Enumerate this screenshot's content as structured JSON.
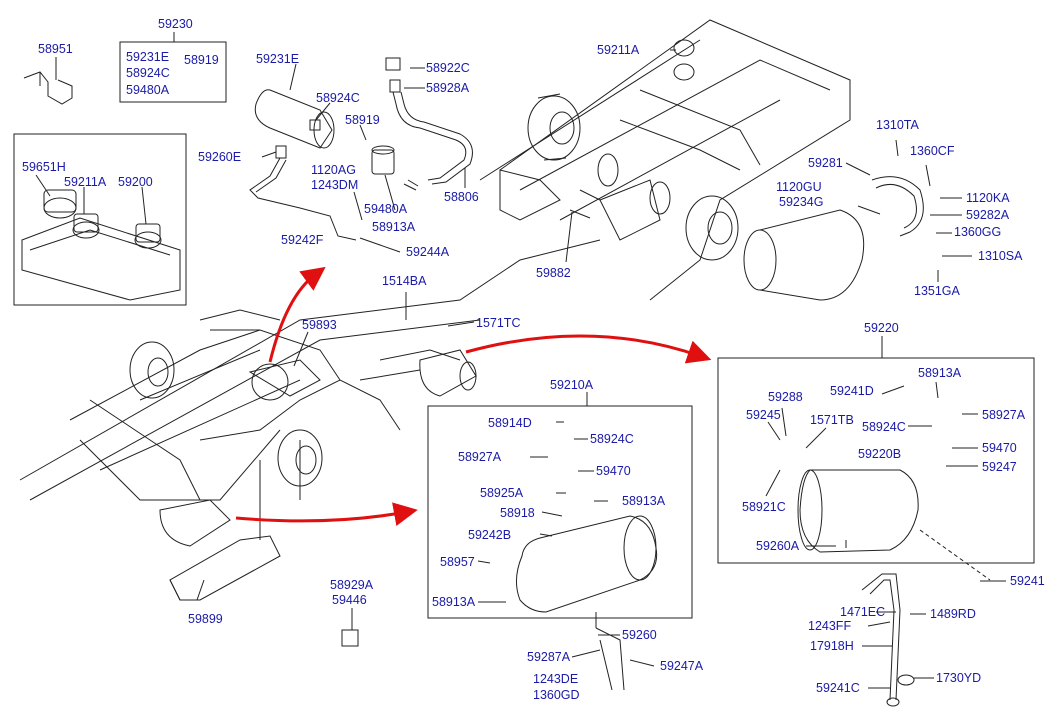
{
  "title_code": "59230",
  "inset_group": {
    "codes": [
      "59231E",
      "58919",
      "58924C",
      "59480A"
    ]
  },
  "labels": {
    "p58951": "58951",
    "p59651H": "59651H",
    "p59211A_inset": "59211A",
    "p59200": "59200",
    "p59231E": "59231E",
    "p58924C_top": "58924C",
    "p58919_top": "58919",
    "p59260E": "59260E",
    "p1120AG": "1120AG",
    "p1243DM": "1243DM",
    "p59480A": "59480A",
    "p58913A_top": "58913A",
    "p59242F": "59242F",
    "p59244A": "59244A",
    "p58922C": "58922C",
    "p58928A": "58928A",
    "p58806": "58806",
    "p59211A_top": "59211A",
    "p1310TA": "1310TA",
    "p1360CF": "1360CF",
    "p59281": "59281",
    "p1120GU": "1120GU",
    "p59234G": "59234G",
    "p1120KA": "1120KA",
    "p59282A": "59282A",
    "p1360GG": "1360GG",
    "p1310SA": "1310SA",
    "p1351GA": "1351GA",
    "p59882": "59882",
    "p1514BA": "1514BA",
    "p1571TC": "1571TC",
    "p59893": "59893",
    "p59220": "59220",
    "p59210A": "59210A",
    "p58914D": "58914D",
    "p58924C_mid": "58924C",
    "p58927A_mid": "58927A",
    "p59470_mid": "59470",
    "p58925A": "58925A",
    "p58913A_mid": "58913A",
    "p58918": "58918",
    "p59242B": "59242B",
    "p58957": "58957",
    "p58913A_low": "58913A",
    "p59260": "59260",
    "p59287A": "59287A",
    "p59247A": "59247A",
    "p1243DE": "1243DE",
    "p1360GD": "1360GD",
    "p59241D": "59241D",
    "p58913A_r": "58913A",
    "p59288": "59288",
    "p59245": "59245",
    "p1571TB": "1571TB",
    "p58927A_r": "58927A",
    "p58924C_r": "58924C",
    "p59220B": "59220B",
    "p59470_r": "59470",
    "p59247": "59247",
    "p58921C": "58921C",
    "p59260A": "59260A",
    "p59241": "59241",
    "p1471EC": "1471EC",
    "p1489RD": "1489RD",
    "p1243FF": "1243FF",
    "p17918H": "17918H",
    "p59241C": "59241C",
    "p1730YD": "1730YD",
    "p59899": "59899",
    "p58929A": "58929A",
    "p59446": "59446"
  },
  "colors": {
    "label": "#1a1aa8",
    "line": "#222222",
    "arrow": "#e01010"
  }
}
